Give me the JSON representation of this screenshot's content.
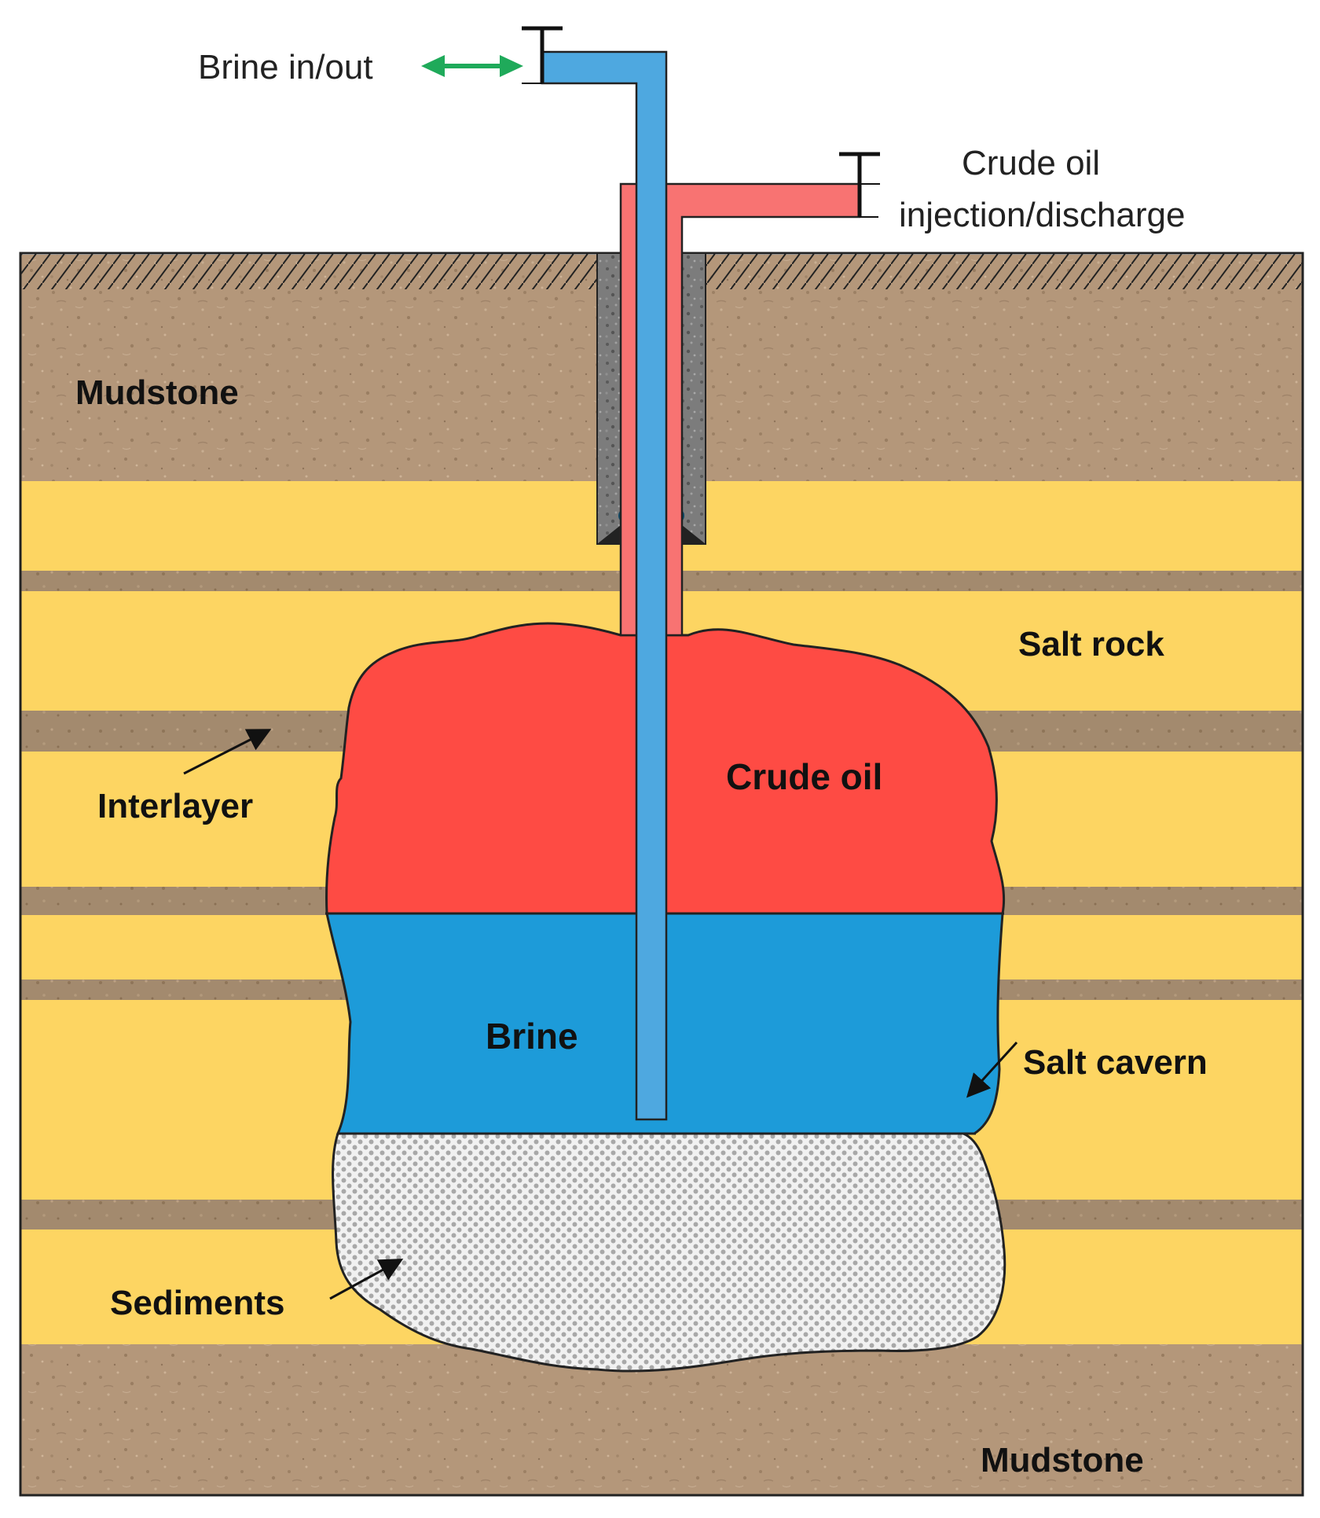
{
  "labels": {
    "brine_in_out": "Brine in/out",
    "crude_oil_line1": "Crude oil",
    "crude_oil_line2": "injection/discharge",
    "mudstone_top": "Mudstone",
    "salt_rock": "Salt rock",
    "interlayer": "Interlayer",
    "crude_oil": "Crude oil",
    "brine": "Brine",
    "salt_cavern": "Salt cavern",
    "sediments": "Sediments",
    "mudstone_bottom": "Mudstone"
  },
  "colors": {
    "mudstone": "#b4977a",
    "salt_rock": "#fdd562",
    "interlayer": "#a38a6e",
    "crude_oil": "#fe4b44",
    "crude_oil_pipe": "#f87372",
    "brine": "#1d9bd9",
    "brine_pipe": "#4ea8e0",
    "sediments": "#dddddd",
    "casing": "#7c7c7c",
    "arrow_green": "#1faa5a"
  }
}
